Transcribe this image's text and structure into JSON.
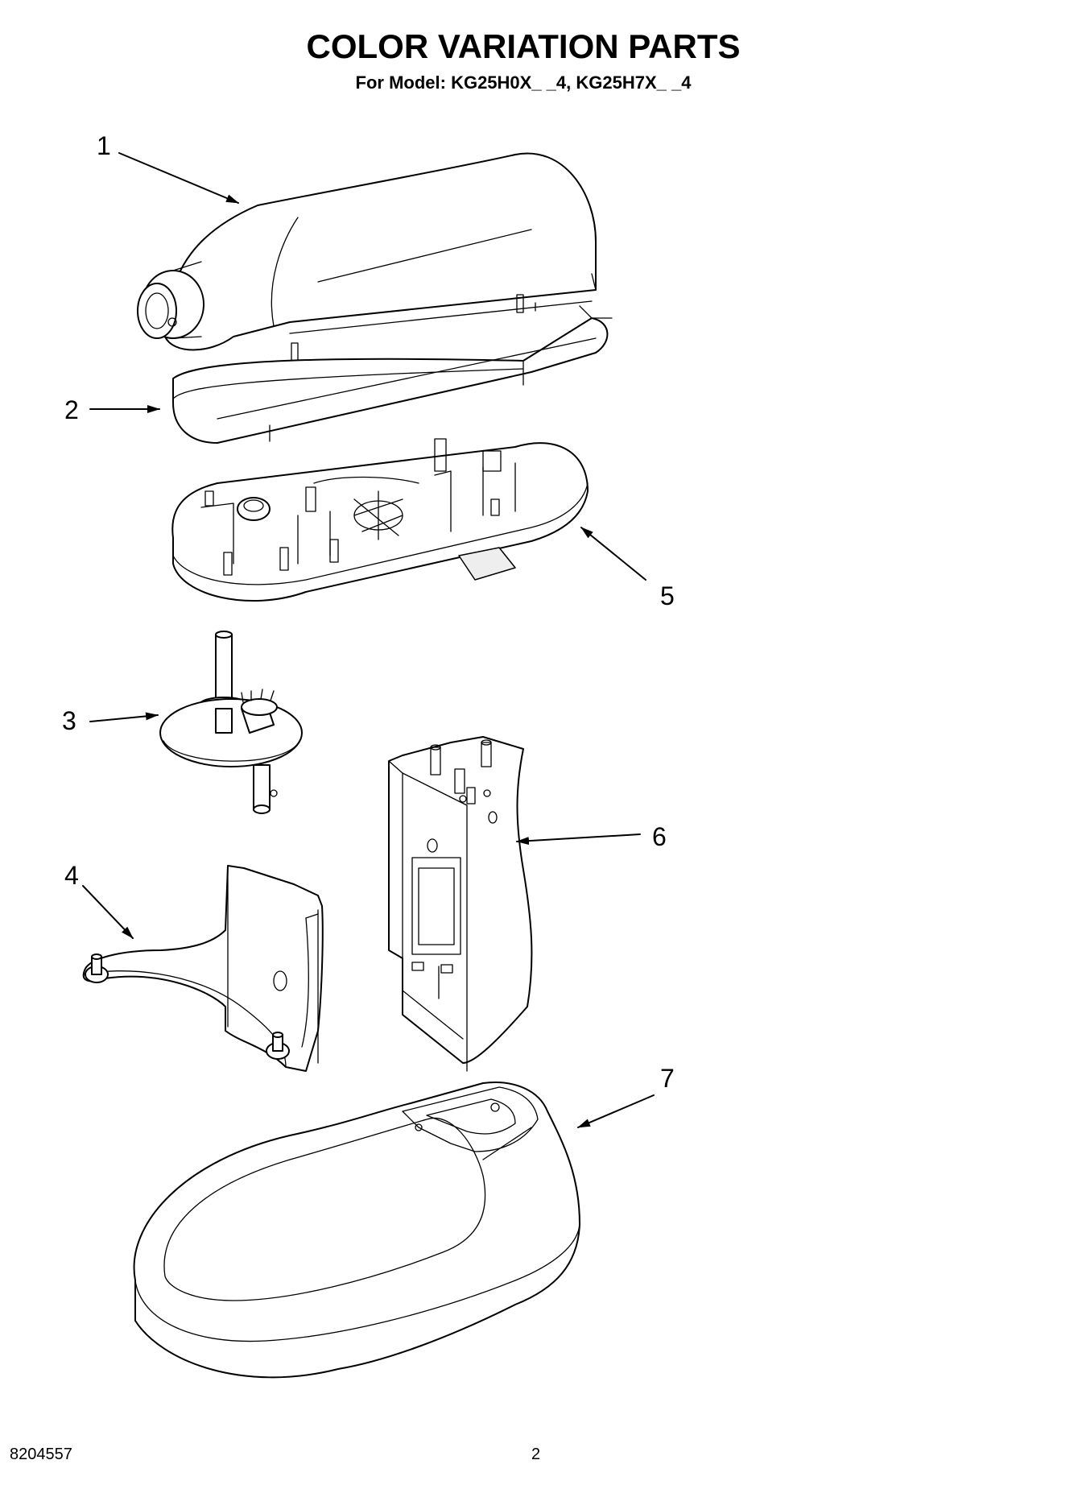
{
  "header": {
    "title": "COLOR VARIATION PARTS",
    "subtitle": "For Model: KG25H0X_ _4, KG25H7X_ _4"
  },
  "callouts": [
    {
      "id": "1",
      "label": "1"
    },
    {
      "id": "2",
      "label": "2"
    },
    {
      "id": "3",
      "label": "3"
    },
    {
      "id": "4",
      "label": "4"
    },
    {
      "id": "5",
      "label": "5"
    },
    {
      "id": "6",
      "label": "6"
    },
    {
      "id": "7",
      "label": "7"
    }
  ],
  "footer": {
    "doc_number": "8204557",
    "page_number": "2"
  }
}
